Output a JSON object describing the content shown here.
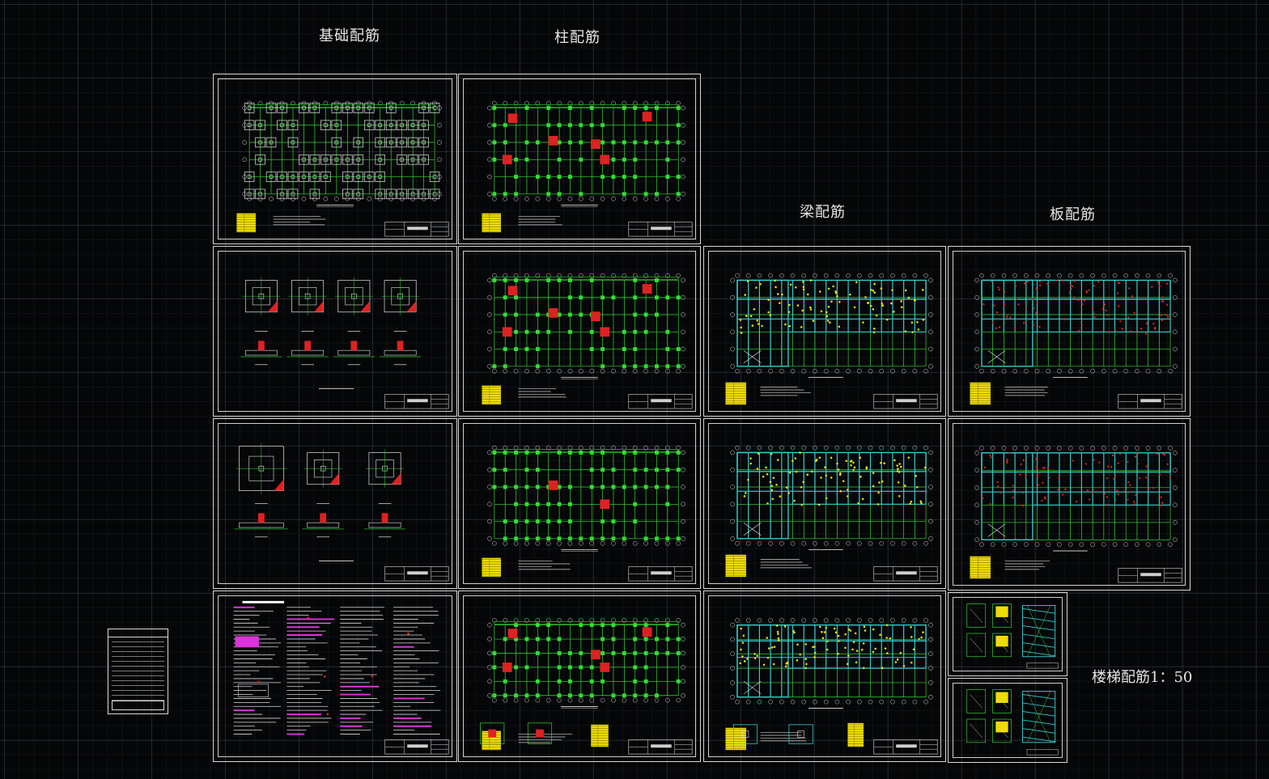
{
  "canvas": {
    "background": "#050607",
    "grid_color": "#464e5a"
  },
  "group_titles": {
    "foundation": "基础配筋",
    "column": "柱配筋",
    "beam": "梁配筋",
    "slab": "板配筋",
    "stair": "楼梯配筋",
    "stair_scale": "1：50"
  },
  "colors": {
    "frame": "#d8d8d8",
    "axis_green": "#33dd33",
    "column_red": "#dd2222",
    "beam_cyan": "#33cccc",
    "rebar_yellow": "#eedd00",
    "note_magenta": "#dd33dd",
    "text_white": "#ffffff"
  },
  "icons": {
    "sheet": "drawing-sheet-icon",
    "index": "table-icon"
  }
}
